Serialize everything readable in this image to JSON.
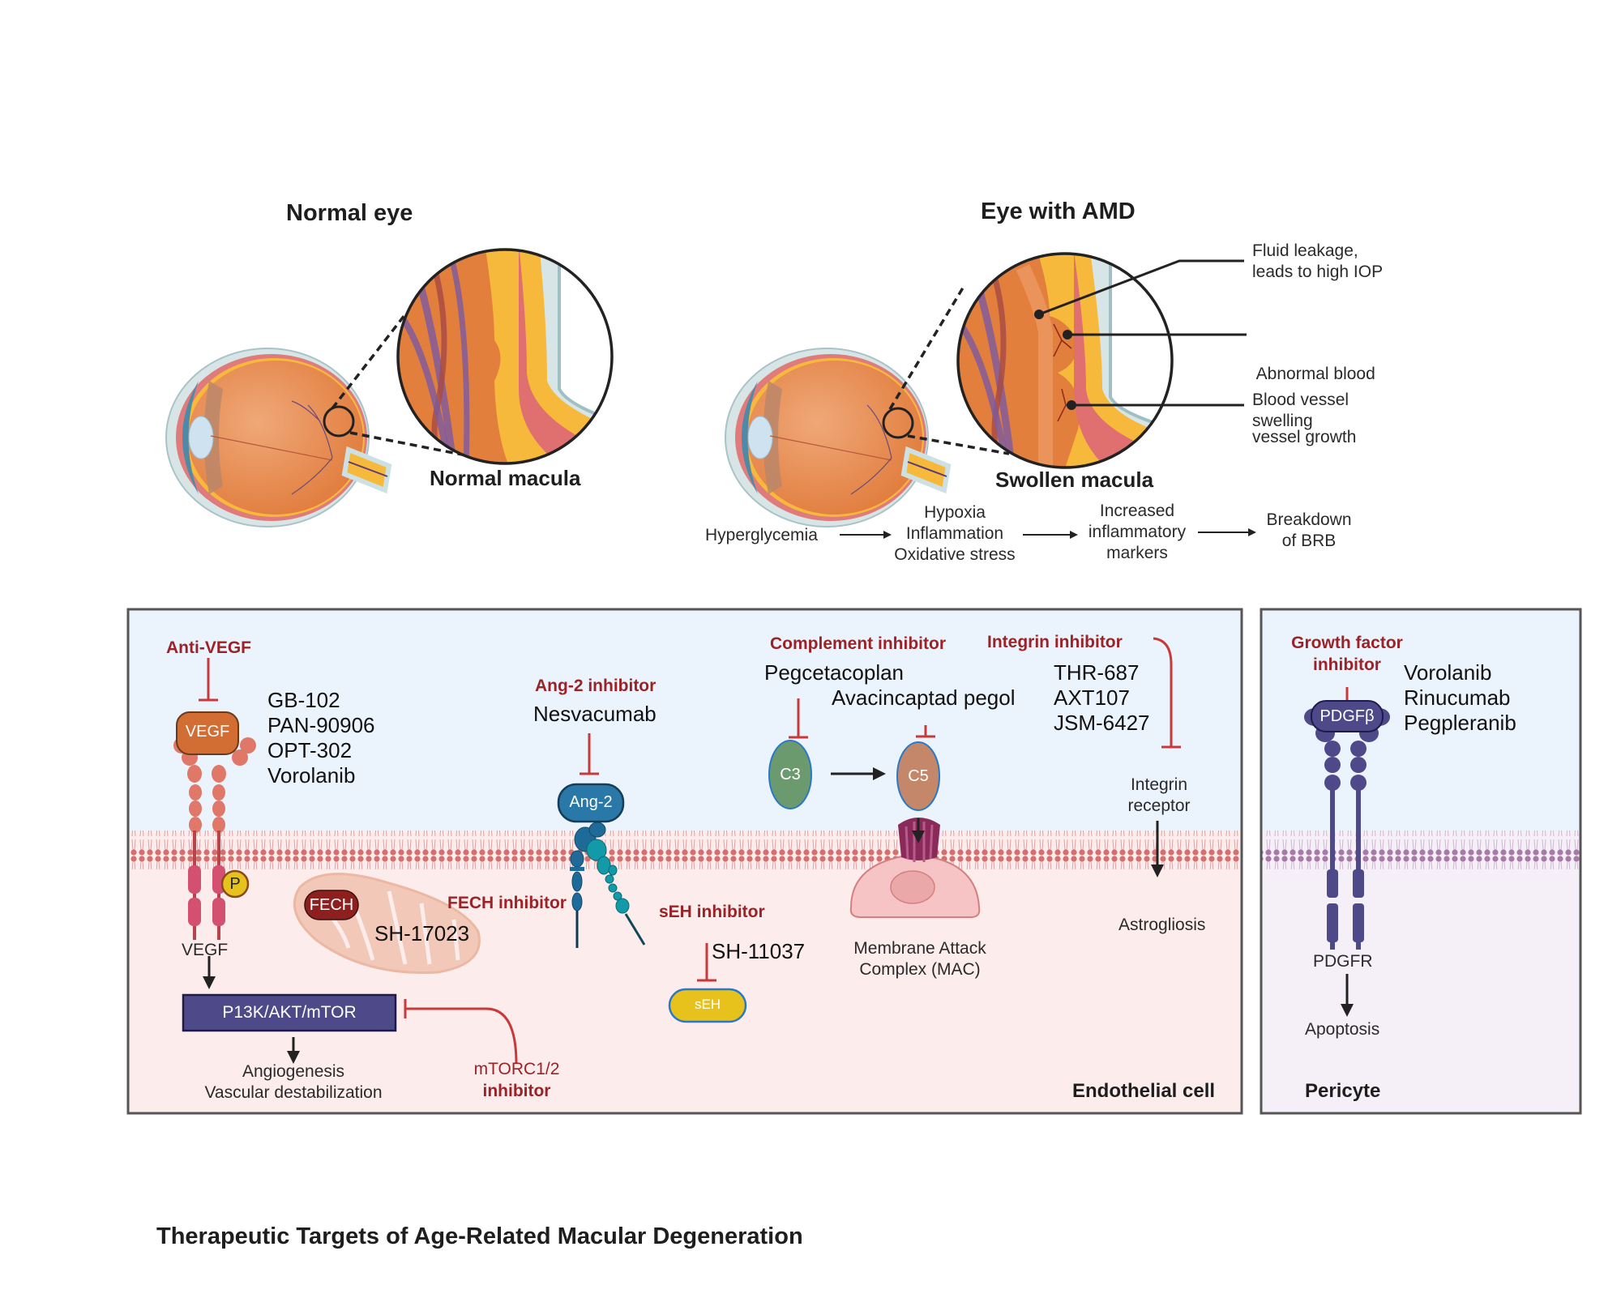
{
  "top": {
    "normal_eye": {
      "title": "Normal eye",
      "macula_label": "Normal macula"
    },
    "amd_eye": {
      "title": "Eye with AMD",
      "macula_label": "Swollen macula",
      "callouts": [
        {
          "line1": "Fluid leakage,",
          "line2": "leads to high IOP"
        },
        {
          "line1": " Abnormal blood",
          "line2": "vessel growth"
        },
        {
          "line1": "Blood vessel",
          "line2": "swelling"
        }
      ]
    },
    "flow": {
      "steps": [
        {
          "lines": [
            "Hyperglycemia"
          ]
        },
        {
          "lines": [
            "Hypoxia",
            "Inflammation",
            "Oxidative stress"
          ]
        },
        {
          "lines": [
            "Increased",
            "inflammatory",
            "markers"
          ]
        },
        {
          "lines": [
            "Breakdown",
            "of BRB"
          ]
        }
      ]
    }
  },
  "endothelial": {
    "panel_label": "Endothelial cell",
    "anti_vegf": {
      "inhibitor": "Anti-VEGF",
      "target": "VEGF",
      "drugs": [
        "GB-102",
        "PAN-90906",
        "OPT-302",
        "Vorolanib"
      ],
      "receptor_label": "VEGF",
      "phospho": "P"
    },
    "pathway": {
      "box": "P13K/AKT/mTOR",
      "outcomes": [
        "Angiogenesis",
        "Vascular destabilization"
      ],
      "mtor_inhibitor_line1": "mTORC1/2",
      "mtor_inhibitor_line2": "inhibitor"
    },
    "fech": {
      "target": "FECH",
      "inhibitor": "FECH inhibitor",
      "drug": "SH-17023"
    },
    "ang2": {
      "inhibitor": "Ang-2 inhibitor",
      "drug": "Nesvacumab",
      "target": "Ang-2"
    },
    "seh": {
      "inhibitor": "sEH inhibitor",
      "drug": "SH-11037",
      "target": "sEH"
    },
    "complement": {
      "inhibitor": "Complement inhibitor",
      "drug_c3": "Pegcetacoplan",
      "drug_c5": "Avacincaptad pegol",
      "c3": "C3",
      "c5": "C5",
      "mac_line1": "Membrane Attack",
      "mac_line2": "Complex (MAC)"
    },
    "integrin": {
      "inhibitor": "Integrin inhibitor",
      "drugs": [
        "THR-687",
        "AXT107",
        "JSM-6427"
      ],
      "receptor_line1": "Integrin",
      "receptor_line2": "receptor",
      "outcome": "Astrogliosis"
    }
  },
  "pericyte": {
    "panel_label": "Pericyte",
    "inhibitor_line1": "Growth factor",
    "inhibitor_line2": "inhibitor",
    "drugs": [
      "Vorolanib",
      "Rinucumab",
      "Pegpleranib"
    ],
    "target": "PDGFβ",
    "receptor_label": "PDGFR",
    "outcome": "Apoptosis"
  },
  "figure_title": "Therapeutic Targets of Age-Related Macular Degeneration",
  "colors": {
    "inhibitor_red": "#9b2226",
    "extracellular_bg": "#ebf3fc",
    "endothelial_cytoplasm": "#fcecec",
    "pericyte_cytoplasm": "#f5f0f7",
    "membrane_endothelial": "#d4706e",
    "membrane_pericyte": "#a87aa8",
    "vegf_orange": "#d26d33",
    "pathway_box": "#4e4a8a",
    "ang2_blue": "#2a78a8",
    "seh_yellow": "#e8c21c",
    "c3_green": "#6a9a6e",
    "c5_tan": "#c4876a",
    "fech_red": "#8e1f1f",
    "pdgf_purple": "#4e4a8a"
  }
}
